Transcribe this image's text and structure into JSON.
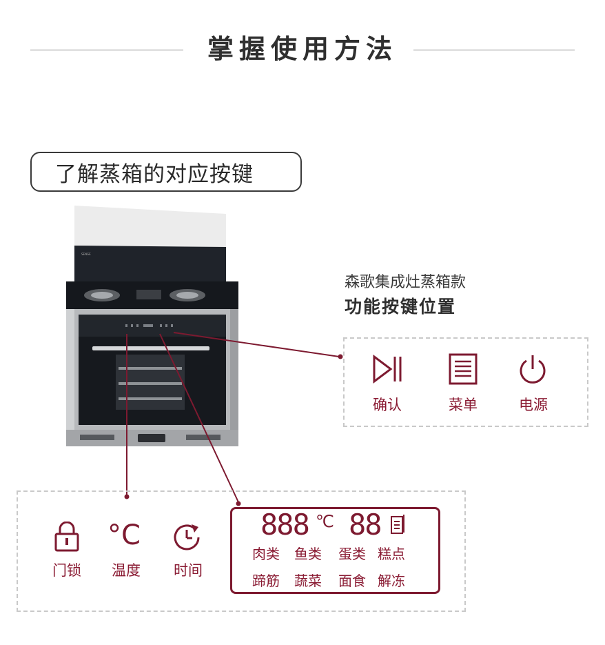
{
  "header": {
    "title": "掌握使用方法"
  },
  "section_pill": {
    "label": "了解蒸箱的对应按键"
  },
  "product": {
    "title": "森歌集成灶蒸箱款",
    "subtitle": "功能按键位置",
    "brand_plate": "SENG"
  },
  "right_buttons": [
    {
      "label": "确认",
      "icon": "play-pause-icon"
    },
    {
      "label": "菜单",
      "icon": "menu-list-icon"
    },
    {
      "label": "电源",
      "icon": "power-icon"
    }
  ],
  "left_buttons": [
    {
      "label": "门锁",
      "icon": "lock-icon"
    },
    {
      "label": "温度",
      "icon": "celsius-icon",
      "glyph": "°C"
    },
    {
      "label": "时间",
      "icon": "timer-icon"
    }
  ],
  "display": {
    "temp_digits": "888",
    "temp_unit": "℃",
    "time_digits": "88",
    "menus_row1": [
      "肉类",
      "鱼类",
      "蛋类",
      "糕点"
    ],
    "menus_row2": [
      "蹄筋",
      "蔬菜",
      "面食",
      "解冻"
    ]
  },
  "colors": {
    "accent": "#7d1a30",
    "label": "#8a1b33",
    "dashed_border": "#c9c9c9",
    "header_text": "#2f2f2f"
  }
}
